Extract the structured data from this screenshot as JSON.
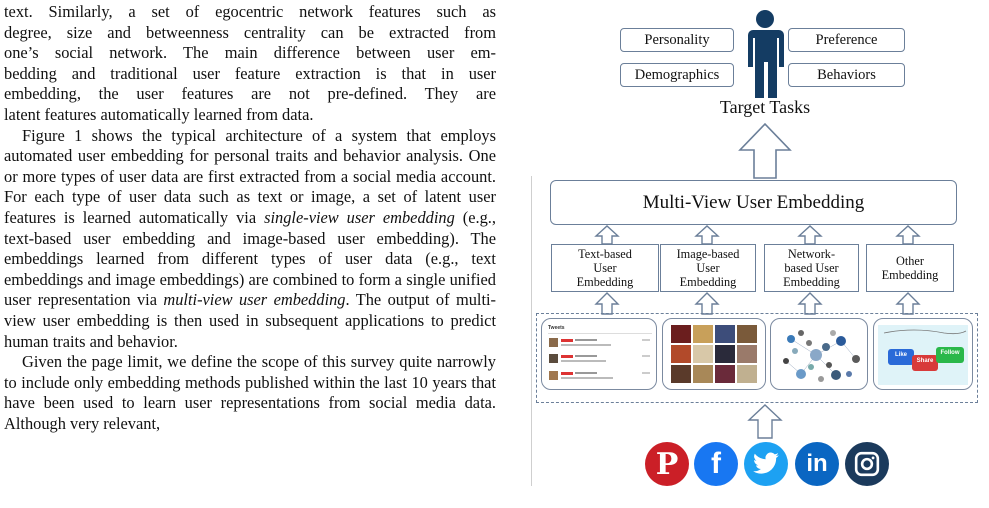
{
  "body_text": {
    "p1_lines": [
      "text. Similarly, a set of egocentric network features such as",
      "degree, size and betweenness centrality can be extracted from",
      "one’s social network. The main difference between user em-",
      "bedding and traditional user feature extraction is that in user",
      "embedding, the user features are not pre-defined. They are",
      "latent features automatically learned from data."
    ],
    "p2_a": "Figure 1 shows the typical architecture of a system that employs automated user embedding for personal traits and behavior analysis. One or more types of user data are first extracted from a social media account. For each type of user data such as text or image, a set of latent user features is learned automatically via ",
    "p2_em1": "single-view user embedding",
    "p2_b": " (e.g., text-based user embedding and image-based user embedding). The embeddings learned from different types of user data (e.g., text embeddings and image embeddings) are combined to form a single unified user representation via ",
    "p2_em2": "multi-view user embedding",
    "p2_c": ". The output of multi-view user embedding is then used in subsequent applications to predict human traits and behavior.",
    "p3": "Given the page limit, we define the scope of this survey quite narrowly to include only embedding methods published within the last 10 years that have been used to learn user representations from social media data. Although very relevant,"
  },
  "figure": {
    "traits": [
      "Personality",
      "Preference",
      "Demographics",
      "Behaviors"
    ],
    "target_label": "Target Tasks",
    "multiview_label": "Multi-View User Embedding",
    "embedding_boxes": [
      [
        "Text-based",
        "User",
        "Embedding"
      ],
      [
        "Image-based",
        "User",
        "Embedding"
      ],
      [
        "Network-",
        "based User",
        "Embedding"
      ],
      [
        "Other",
        "Embedding"
      ]
    ],
    "panels": {
      "tweets_header": "Tweets",
      "bubbles": [
        "Like",
        "Share",
        "Follow"
      ]
    },
    "social_icons": [
      "pinterest-icon",
      "facebook-icon",
      "twitter-icon",
      "linkedin-icon",
      "instagram-icon"
    ],
    "colors": {
      "box_border": "#6b7f99",
      "person": "#143c63",
      "pinterest": "#cb1f27",
      "facebook": "#1877f2",
      "twitter": "#1da1f2",
      "linkedin": "#0a66c2",
      "instagram": "#1b3a5c"
    }
  }
}
